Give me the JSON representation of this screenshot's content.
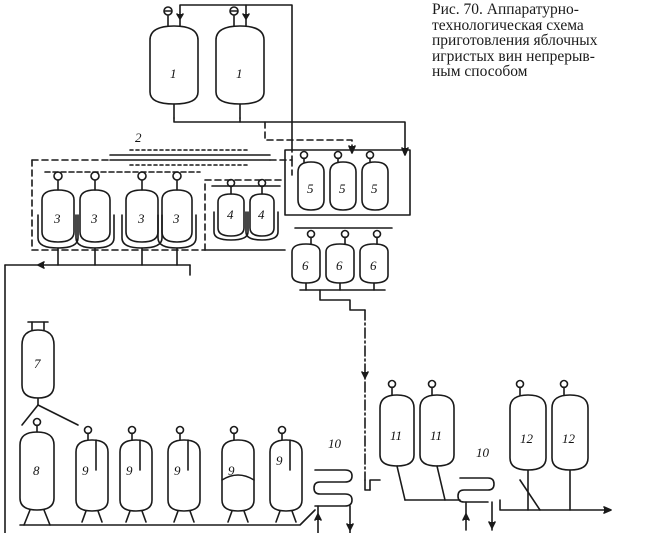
{
  "caption": {
    "lines": [
      "Рис.  70.  Аппаратурно-",
      "технологическая     схема",
      "приготовления яблочных",
      "игристых  вин  непрерыв-",
      "ным  способом"
    ]
  },
  "labels": {
    "l1": "1",
    "l2": "2",
    "l3": "3",
    "l4": "4",
    "l5": "5",
    "l6": "6",
    "l7": "7",
    "l8": "8",
    "l9": "9",
    "l10": "10",
    "l11": "11",
    "l12": "12"
  },
  "colors": {
    "ink": "#1a1a1a",
    "paper": "#ffffff"
  }
}
